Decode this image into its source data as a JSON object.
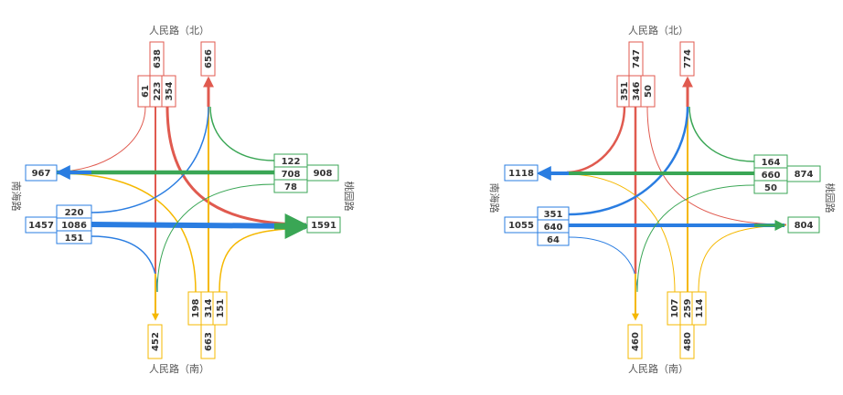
{
  "colors": {
    "north": "#e05a4f",
    "south": "#f5b800",
    "west": "#2a7de1",
    "east": "#3aa655"
  },
  "diagrams": [
    {
      "roads": {
        "north": "人民路（北）",
        "south": "人民路（南）",
        "west": "南海路",
        "east": "桃园路"
      },
      "north": {
        "out": "638",
        "exit": "656",
        "left": "61",
        "through": "223",
        "right": "354"
      },
      "south": {
        "out": "663",
        "exit": "452",
        "left": "151",
        "through": "314",
        "right": "198"
      },
      "west": {
        "out": "1457",
        "exit": "967",
        "left": "220",
        "through": "1086",
        "right": "151"
      },
      "east": {
        "out": "908",
        "exit": "1591",
        "right": "122",
        "through": "708",
        "left": "78"
      }
    },
    {
      "roads": {
        "north": "人民路（北）",
        "south": "人民路（南）",
        "west": "南海路",
        "east": "桃园路"
      },
      "north": {
        "out": "747",
        "exit": "774",
        "left": "351",
        "through": "346",
        "right": "50"
      },
      "south": {
        "out": "480",
        "exit": "460",
        "left": "114",
        "through": "259",
        "right": "107"
      },
      "west": {
        "out": "1055",
        "exit": "1118",
        "left": "351",
        "through": "640",
        "right": "64"
      },
      "east": {
        "out": "874",
        "exit": "804",
        "right": "164",
        "through": "660",
        "left": "50"
      }
    }
  ]
}
